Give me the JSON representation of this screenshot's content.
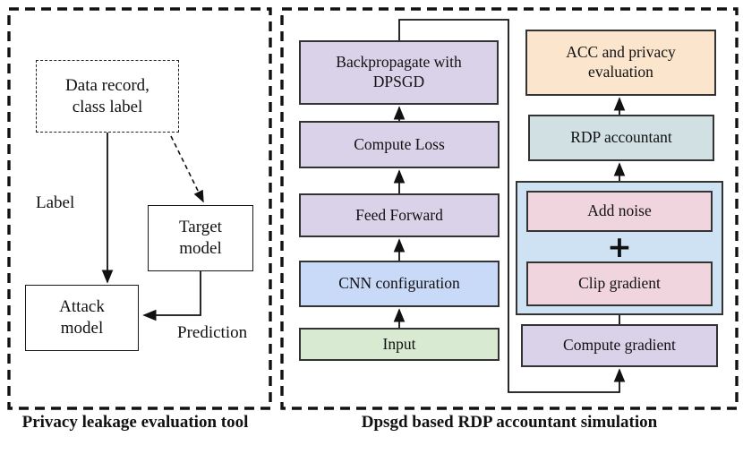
{
  "colors": {
    "purple": "#d9d2e9",
    "blue": "#c9daf8",
    "green": "#d9ead3",
    "peach": "#fce5cd",
    "teal": "#d0e0e3",
    "container-blue": "#cfe2f3",
    "pink": "#f0d4de",
    "box-border": "#333333",
    "line": "#1a1a1a"
  },
  "left_panel": {
    "caption": "Privacy leakage evaluation tool",
    "data_record": "Data record,\nclass label",
    "target_model": "Target\nmodel",
    "attack_model": "Attack\nmodel",
    "label_edge": "Label",
    "prediction_edge": "Prediction"
  },
  "right_panel": {
    "caption": "Dpsgd based RDP accountant simulation",
    "backprop": "Backpropagate with\nDPSGD",
    "compute_loss": "Compute Loss",
    "feed_forward": "Feed Forward",
    "cnn_config": "CNN configuration",
    "input": "Input",
    "compute_gradient": "Compute gradient",
    "clip_gradient": "Clip gradient",
    "plus": "+",
    "add_noise": "Add noise",
    "rdp_accountant": "RDP accountant",
    "acc_eval": "ACC and privacy\nevaluation"
  }
}
